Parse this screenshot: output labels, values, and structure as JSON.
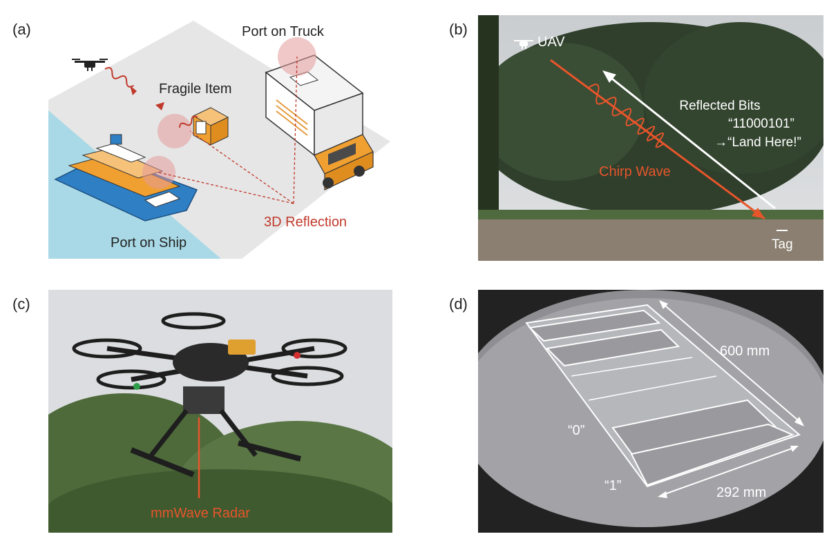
{
  "panels": {
    "a": {
      "label": "(a)",
      "texts": {
        "port_on_truck": "Port on Truck",
        "fragile_item": "Fragile Item",
        "port_on_ship": "Port on Ship",
        "reflection": "3D Reflection"
      }
    },
    "b": {
      "label": "(b)",
      "texts": {
        "uav": "UAV",
        "reflected_bits": "Reflected Bits",
        "bits_value": "“11000101”",
        "land_here": "→“Land Here!”",
        "chirp_wave": "Chirp Wave",
        "tag": "Tag"
      }
    },
    "c": {
      "label": "(c)",
      "texts": {
        "radar": "mmWave Radar"
      }
    },
    "d": {
      "label": "(d)",
      "texts": {
        "length": "600 mm",
        "width": "292 mm",
        "zero": "“0”",
        "one": "“1”"
      }
    }
  },
  "colors": {
    "accent_red": "#c0392b",
    "chirp_orange": "#e8552b",
    "ship_water": "#a9d9e6",
    "ground_gray": "#e4e4e4",
    "radar_orange": "#e8552b"
  }
}
